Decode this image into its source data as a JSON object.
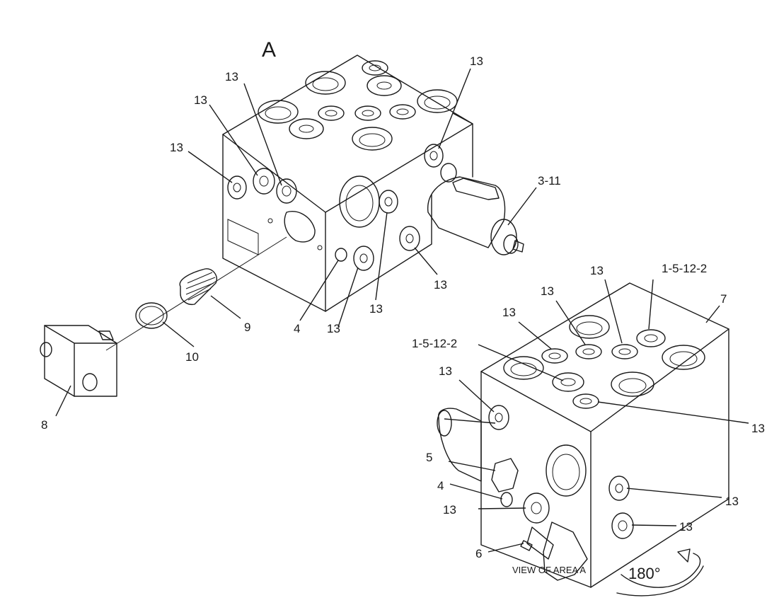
{
  "view_letter": "A",
  "callouts": {
    "c13": "13",
    "c3_11": "3-11",
    "c4": "4",
    "c9": "9",
    "c10": "10",
    "c8": "8",
    "c7": "7",
    "c1_5_12_2": "1-5-12-2",
    "c5": "5",
    "c6": "6"
  },
  "view_note": "VIEW OF AREA A",
  "rotation_label": "180°"
}
